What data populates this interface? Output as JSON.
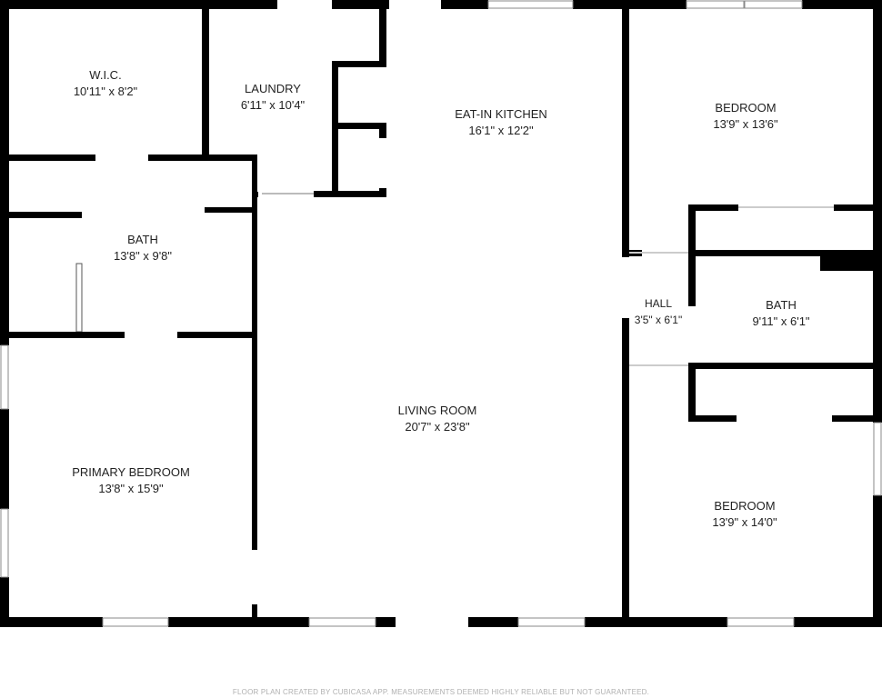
{
  "rooms": [
    {
      "name": "W.I.C.",
      "size": "10'11\" x 8'2\""
    },
    {
      "name": "LAUNDRY",
      "size": "6'11\" x 10'4\""
    },
    {
      "name": "EAT-IN KITCHEN",
      "size": "16'1\" x 12'2\""
    },
    {
      "name": "BEDROOM",
      "size": "13'9\" x 13'6\""
    },
    {
      "name": "BATH",
      "size": "13'8\" x 9'8\""
    },
    {
      "name": "HALL",
      "size": "3'5\" x 6'1\""
    },
    {
      "name": "BATH",
      "size": "9'11\" x 6'1\""
    },
    {
      "name": "LIVING ROOM",
      "size": "20'7\" x 23'8\""
    },
    {
      "name": "PRIMARY BEDROOM",
      "size": "13'8\" x 15'9\""
    },
    {
      "name": "BEDROOM",
      "size": "13'9\" x 14'0\""
    }
  ],
  "footer": "FLOOR PLAN CREATED BY CUBICASA APP. MEASUREMENTS DEEMED HIGHLY RELIABLE BUT NOT GUARANTEED."
}
